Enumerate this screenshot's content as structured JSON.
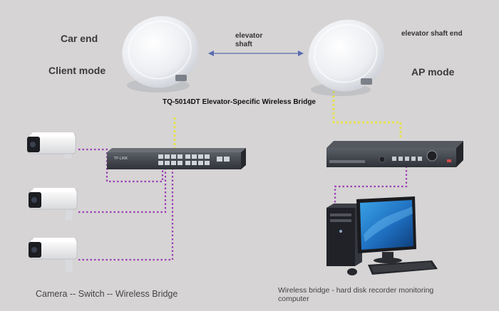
{
  "labels": {
    "car_end": "Car end",
    "client_mode": "Client mode",
    "elevator_shaft_line1": "elevator",
    "elevator_shaft_line2": "shaft",
    "shaft_end": "elevator shaft end",
    "ap_mode": "AP mode",
    "bridge_title": "TQ-5014DT Elevator-Specific Wireless Bridge",
    "left_caption": "Camera -- Switch -- Wireless Bridge",
    "right_caption": "Wireless bridge - hard disk recorder monitoring computer"
  },
  "colors": {
    "background": "#d6d4d4",
    "poe_link": "#e6e24c",
    "lan_link": "#9b3fb8",
    "device_dark": "#3a3d45",
    "antenna_white": "#f4f4f6"
  },
  "icons": [
    "wireless-bridge-icon",
    "poe-switch-icon",
    "ip-camera-icon",
    "nvr-recorder-icon",
    "monitor-icon",
    "pc-tower-icon",
    "keyboard-icon",
    "mouse-icon",
    "double-arrow-icon"
  ]
}
